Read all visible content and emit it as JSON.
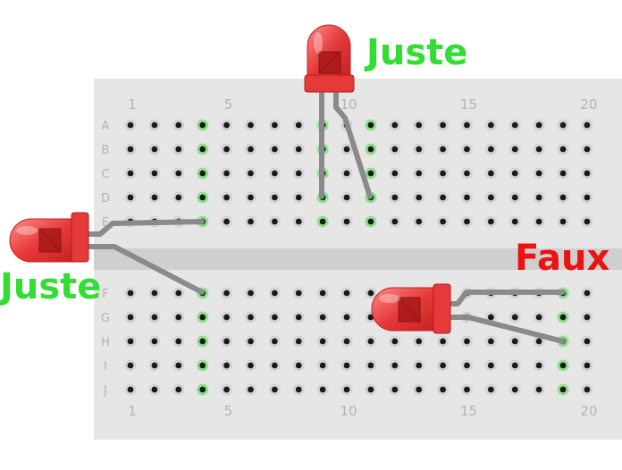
{
  "breadboard": {
    "column_labels": [
      "1",
      "5",
      "10",
      "15",
      "20"
    ],
    "column_numbers": [
      1,
      5,
      10,
      15,
      20
    ],
    "top_rows": [
      "A",
      "B",
      "C",
      "D",
      "E"
    ],
    "bottom_rows": [
      "F",
      "G",
      "H",
      "I",
      "J"
    ],
    "colors": {
      "body": "#e6e6e6",
      "channel": "#cfcfcf",
      "hole": "#1a1a1a",
      "hole_ring": "#d4d4d4",
      "active_ring": "#8fe08f",
      "label": "#b3b3b3"
    }
  },
  "leds": [
    {
      "id": "led-top",
      "result": "Juste",
      "result_color": "#33dd33",
      "highlighted_holes": [
        {
          "row": "A",
          "col": 9
        },
        {
          "row": "B",
          "col": 9
        },
        {
          "row": "C",
          "col": 9
        },
        {
          "row": "D",
          "col": 9
        },
        {
          "row": "E",
          "col": 9
        },
        {
          "row": "A",
          "col": 11
        },
        {
          "row": "B",
          "col": 11
        },
        {
          "row": "C",
          "col": 11
        },
        {
          "row": "D",
          "col": 11
        },
        {
          "row": "E",
          "col": 11
        }
      ]
    },
    {
      "id": "led-left",
      "result": "Juste",
      "result_color": "#33dd33",
      "highlighted_holes": [
        {
          "row": "A",
          "col": 4
        },
        {
          "row": "B",
          "col": 4
        },
        {
          "row": "C",
          "col": 4
        },
        {
          "row": "D",
          "col": 4
        },
        {
          "row": "E",
          "col": 4
        },
        {
          "row": "F",
          "col": 4
        },
        {
          "row": "G",
          "col": 4
        },
        {
          "row": "H",
          "col": 4
        },
        {
          "row": "I",
          "col": 4
        },
        {
          "row": "J",
          "col": 4
        }
      ]
    },
    {
      "id": "led-right",
      "result": "Faux",
      "result_color": "#ee1111",
      "highlighted_holes": [
        {
          "row": "F",
          "col": 19
        },
        {
          "row": "G",
          "col": 19
        },
        {
          "row": "H",
          "col": 19
        },
        {
          "row": "I",
          "col": 19
        },
        {
          "row": "J",
          "col": 19
        }
      ]
    }
  ],
  "led_color": "#e63a3a",
  "lead_color": "#8a8a8a"
}
